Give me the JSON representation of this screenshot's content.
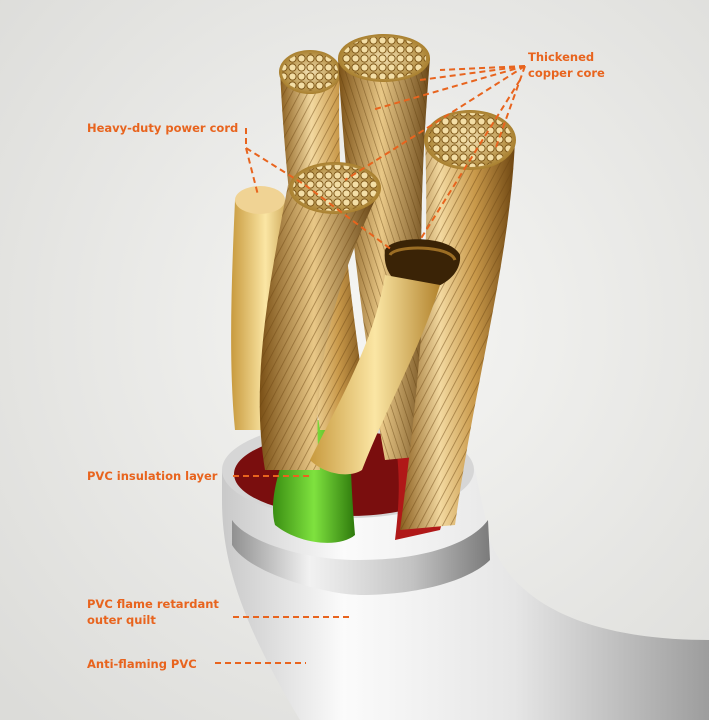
{
  "labels": {
    "copper_core": "Thickened\ncopper core",
    "power_cord": "Heavy-duty power cord",
    "pvc_insulation": "PVC insulation layer",
    "flame_retardant": "PVC flame retardant\nouter quilt",
    "anti_flaming": "Anti-flaming PVC"
  },
  "colors": {
    "accent": "#e8641e",
    "background": "#ebebe9",
    "copper": "#d9b36c",
    "insulation_green": "#5cc72a",
    "insulation_red": "#b01818",
    "insulation_blue": "#1f4db5",
    "jacket": "#e3e3e3"
  }
}
